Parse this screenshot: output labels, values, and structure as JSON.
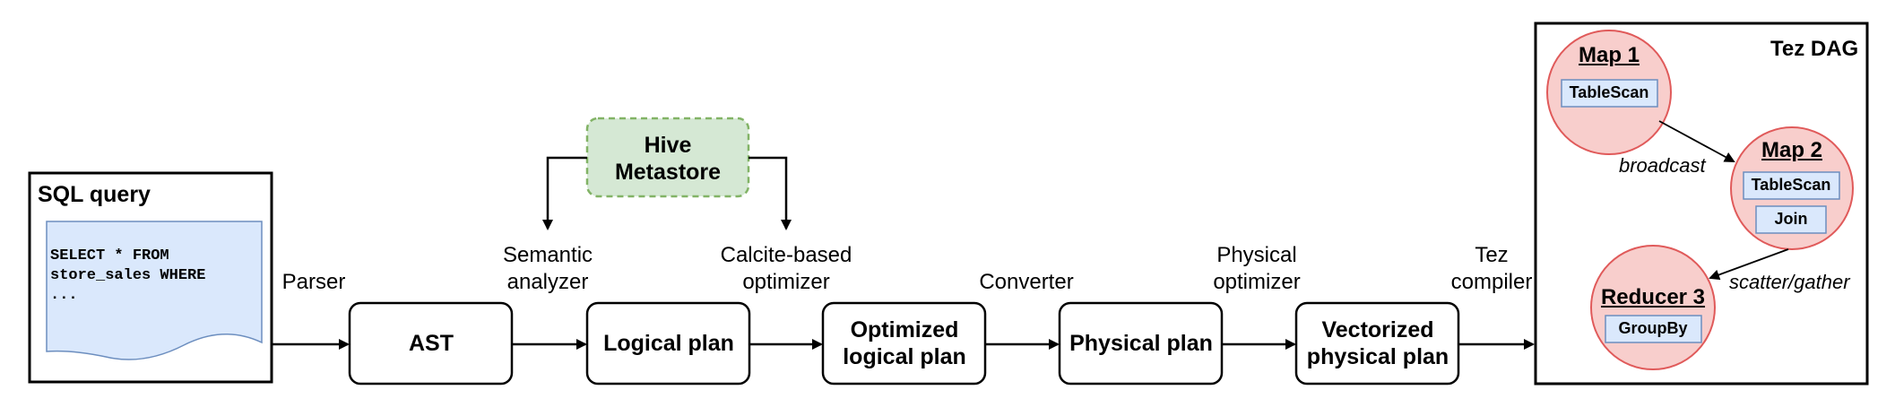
{
  "sql_query": {
    "title": "SQL query",
    "code_lines": [
      "SELECT * FROM",
      "store_sales WHERE",
      "..."
    ]
  },
  "metastore": {
    "label_line1": "Hive",
    "label_line2": "Metastore"
  },
  "steps": {
    "parser": "Parser",
    "semantic_line1": "Semantic",
    "semantic_line2": "analyzer",
    "calcite_line1": "Calcite-based",
    "calcite_line2": "optimizer",
    "converter": "Converter",
    "physical_opt_line1": "Physical",
    "physical_opt_line2": "optimizer",
    "tez_line1": "Tez",
    "tez_line2": "compiler"
  },
  "boxes": {
    "ast": "AST",
    "logical_plan": "Logical plan",
    "optimized_line1": "Optimized",
    "optimized_line2": "logical plan",
    "physical_plan": "Physical plan",
    "vectorized_line1": "Vectorized",
    "vectorized_line2": "physical plan"
  },
  "tez_dag": {
    "title": "Tez DAG",
    "map1": {
      "title": "Map 1",
      "ops": [
        "TableScan"
      ]
    },
    "map2": {
      "title": "Map 2",
      "ops": [
        "TableScan",
        "Join"
      ]
    },
    "reducer3": {
      "title": "Reducer 3",
      "ops": [
        "GroupBy"
      ]
    },
    "edge_broadcast": "broadcast",
    "edge_scatter": "scatter/gather"
  },
  "colors": {
    "metastore_fill": "#d5e8d4",
    "metastore_border": "#82b366",
    "document_fill": "#dae8fc",
    "document_border": "#6c8ebf",
    "node_fill": "#f8cecc",
    "node_border": "#e05a5a",
    "op_fill": "#dae8fc",
    "op_border": "#6c8ebf"
  }
}
